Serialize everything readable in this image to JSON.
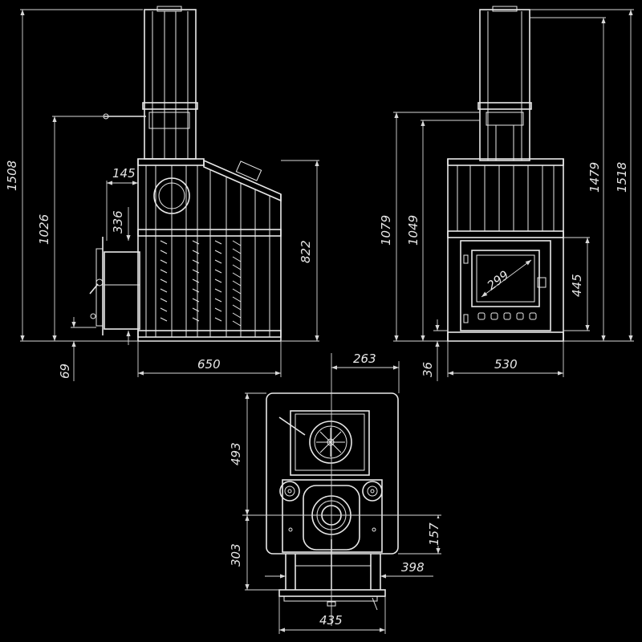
{
  "title": "Stove technical drawing with dimensions",
  "colors": {
    "background": "#000000",
    "lines": "#e8e8e8"
  },
  "side_view": {
    "dims": {
      "total_height": "1508",
      "pipe_height": "1026",
      "door_offset": "145",
      "door_height": "336",
      "body_height": "822",
      "pipe_bottom": "69",
      "width": "650"
    }
  },
  "front_view": {
    "dims": {
      "total_height_a": "1079",
      "total_height_b": "1049",
      "height_c": "1479",
      "height_d": "1518",
      "glass_diagonal": "299",
      "door_height": "445",
      "base": "36",
      "width": "530"
    }
  },
  "top_view": {
    "dims": {
      "offset": "263",
      "depth_front": "493",
      "pipe_offset": "157",
      "depth_back": "303",
      "legs_width": "398",
      "base_width": "435"
    }
  }
}
